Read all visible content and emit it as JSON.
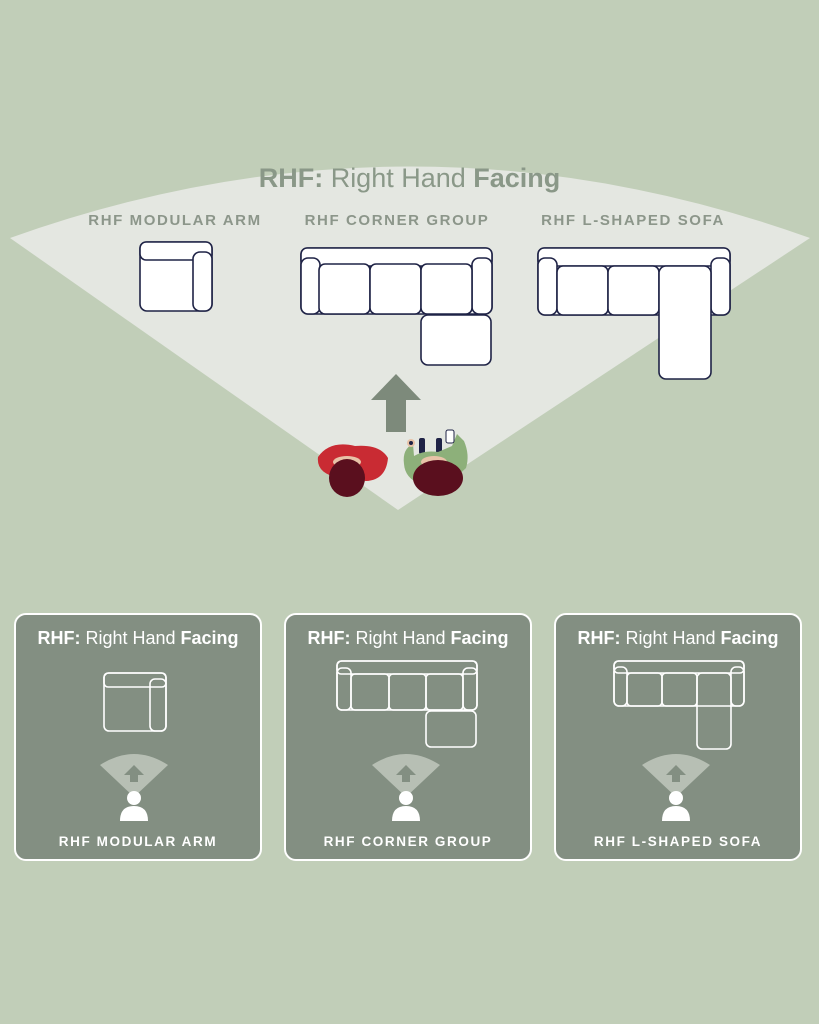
{
  "hero": {
    "title_prefix": "RHF:",
    "title_middle": " Right Hand ",
    "title_suffix": "Facing",
    "labels": [
      "RHF MODULAR ARM",
      "RHF CORNER GROUP",
      "RHF L-SHAPED SOFA"
    ]
  },
  "cards": [
    {
      "title_prefix": "RHF:",
      "title_middle": " Right Hand ",
      "title_suffix": "Facing",
      "label": "RHF MODULAR ARM"
    },
    {
      "title_prefix": "RHF:",
      "title_middle": " Right Hand ",
      "title_suffix": "Facing",
      "label": "RHF CORNER GROUP"
    },
    {
      "title_prefix": "RHF:",
      "title_middle": " Right Hand ",
      "title_suffix": "Facing",
      "label": "RHF L-SHAPED SOFA"
    }
  ],
  "colors": {
    "background": "#c1ceb8",
    "cone": "#e4e7e1",
    "card": "#838f82",
    "outline": "#1f2346",
    "arrow": "#7d8a7b"
  }
}
